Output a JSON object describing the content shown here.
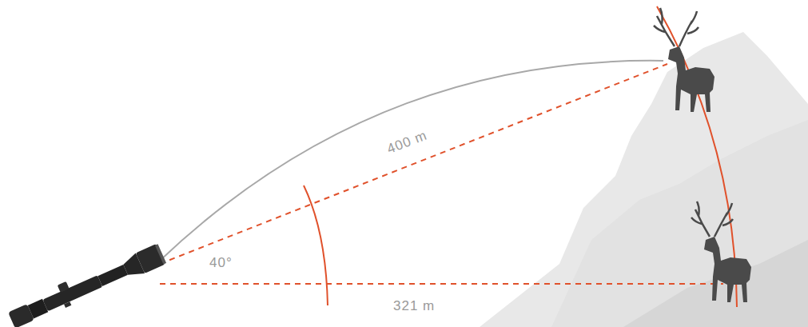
{
  "diagram": {
    "labels": [
      "400 m",
      "40°",
      "321 m"
    ]
  }
}
